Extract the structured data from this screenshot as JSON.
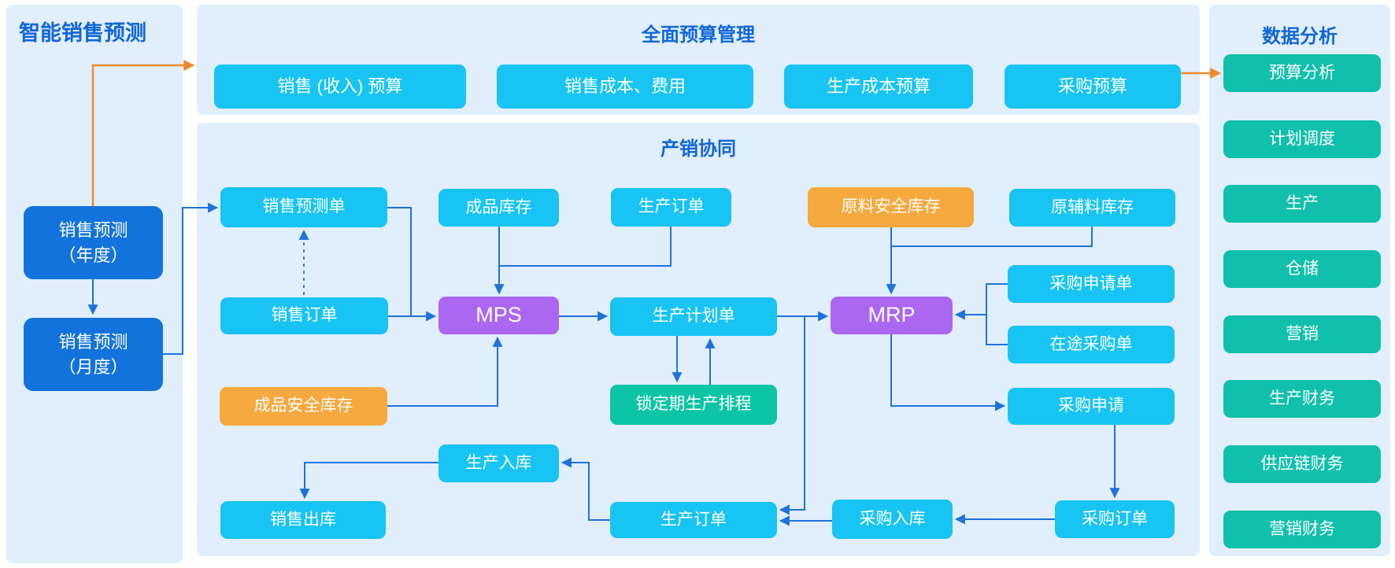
{
  "panels": {
    "forecast": {
      "title": "智能销售预测"
    },
    "budget": {
      "title": "全面预算管理"
    },
    "collaboration": {
      "title": "产销协同"
    },
    "analysis": {
      "title": "数据分析"
    }
  },
  "colors": {
    "panel_bg": "#e1eefb",
    "box_cyan": "#18c4f3",
    "box_dark_blue": "#1373dc",
    "box_purple": "#ab66f2",
    "box_orange": "#f5a93e",
    "box_teal": "#11c0ac",
    "line_blue": "#1d73da",
    "line_orange": "#ed8a2d",
    "title_blue": "#1166da"
  },
  "nodes": {
    "annual_forecast": "销售预测\n（年度）",
    "monthly_forecast": "销售预测\n（月度）",
    "sales_revenue_budget": "销售 (收入) 预算",
    "sales_cost_expense": "销售成本、费用",
    "production_cost_budget": "生产成本预算",
    "purchase_budget": "采购预算",
    "sales_forecast_order": "销售预测单",
    "finished_inventory": "成品库存",
    "production_order_top": "生产订单",
    "material_safety_stock": "原料安全库存",
    "raw_aux_inventory": "原辅料库存",
    "sales_order": "销售订单",
    "mps": "MPS",
    "production_plan_order": "生产计划单",
    "mrp": "MRP",
    "purchase_request_order": "采购申请单",
    "transit_purchase_order": "在途采购单",
    "finished_safety_stock": "成品安全库存",
    "locked_schedule": "锁定期生产排程",
    "purchase_request": "采购申请",
    "production_inbound": "生产入库",
    "sales_outbound": "销售出库",
    "production_order_bottom": "生产订单",
    "purchase_inbound": "采购入库",
    "purchase_order": "采购订单",
    "budget_analysis": "预算分析",
    "plan_scheduling": "计划调度",
    "production": "生产",
    "warehousing": "仓储",
    "marketing": "营销",
    "production_finance": "生产财务",
    "supply_chain_finance": "供应链财务",
    "marketing_finance": "营销财务"
  }
}
